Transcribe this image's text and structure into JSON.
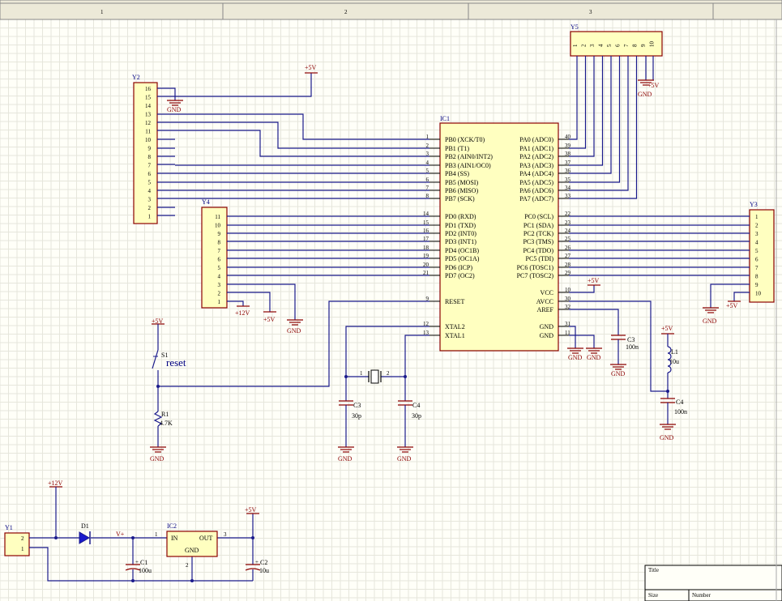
{
  "ruler": {
    "col1": "1",
    "col2": "2",
    "col3": "3"
  },
  "ic1": {
    "ref": "IC1",
    "left_pins": [
      {
        "num": "1",
        "label": "PB0 (XCK/T0)"
      },
      {
        "num": "2",
        "label": "PB1 (T1)"
      },
      {
        "num": "3",
        "label": "PB2 (AIN0/INT2)"
      },
      {
        "num": "4",
        "label": "PB3 (AIN1/OC0)"
      },
      {
        "num": "5",
        "label": "PB4 (SS)"
      },
      {
        "num": "6",
        "label": "PB5 (MOSI)"
      },
      {
        "num": "7",
        "label": "PB6 (MISO)"
      },
      {
        "num": "8",
        "label": "PB7 (SCK)"
      },
      {
        "num": "14",
        "label": "PD0 (RXD)"
      },
      {
        "num": "15",
        "label": "PD1 (TXD)"
      },
      {
        "num": "16",
        "label": "PD2 (INT0)"
      },
      {
        "num": "17",
        "label": "PD3 (INT1)"
      },
      {
        "num": "18",
        "label": "PD4 (OC1B)"
      },
      {
        "num": "19",
        "label": "PD5 (OC1A)"
      },
      {
        "num": "20",
        "label": "PD6 (ICP)"
      },
      {
        "num": "21",
        "label": "PD7 (OC2)"
      },
      {
        "num": "9",
        "label": "RESET"
      },
      {
        "num": "12",
        "label": "XTAL2"
      },
      {
        "num": "13",
        "label": "XTAL1"
      }
    ],
    "right_pins": [
      {
        "num": "40",
        "label": "PA0 (ADC0)"
      },
      {
        "num": "39",
        "label": "PA1 (ADC1)"
      },
      {
        "num": "38",
        "label": "PA2 (ADC2)"
      },
      {
        "num": "37",
        "label": "PA3 (ADC3)"
      },
      {
        "num": "36",
        "label": "PA4 (ADC4)"
      },
      {
        "num": "35",
        "label": "PA5 (ADC5)"
      },
      {
        "num": "34",
        "label": "PA6 (ADC6)"
      },
      {
        "num": "33",
        "label": "PA7 (ADC7)"
      },
      {
        "num": "22",
        "label": "PC0 (SCL)"
      },
      {
        "num": "23",
        "label": "PC1 (SDA)"
      },
      {
        "num": "24",
        "label": "PC2 (TCK)"
      },
      {
        "num": "25",
        "label": "PC3 (TMS)"
      },
      {
        "num": "26",
        "label": "PC4 (TDO)"
      },
      {
        "num": "27",
        "label": "PC5 (TDI)"
      },
      {
        "num": "28",
        "label": "PC6 (TOSC1)"
      },
      {
        "num": "29",
        "label": "PC7 (TOSC2)"
      },
      {
        "num": "10",
        "label": "VCC"
      },
      {
        "num": "30",
        "label": "AVCC"
      },
      {
        "num": "32",
        "label": "AREF"
      },
      {
        "num": "31",
        "label": "GND"
      },
      {
        "num": "11",
        "label": "GND"
      }
    ]
  },
  "y1": {
    "ref": "Y1",
    "pins": [
      "2",
      "1"
    ]
  },
  "y2": {
    "ref": "Y2",
    "pins": [
      "16",
      "15",
      "14",
      "13",
      "12",
      "11",
      "10",
      "9",
      "8",
      "7",
      "6",
      "5",
      "4",
      "3",
      "2",
      "1"
    ]
  },
  "y3": {
    "ref": "Y3",
    "pins": [
      "1",
      "2",
      "3",
      "4",
      "5",
      "6",
      "7",
      "8",
      "9",
      "10"
    ]
  },
  "y4": {
    "ref": "Y4",
    "pins": [
      "11",
      "10",
      "9",
      "8",
      "7",
      "6",
      "5",
      "4",
      "3",
      "2",
      "1"
    ]
  },
  "y5": {
    "ref": "Y5",
    "pins": [
      "1",
      "2",
      "3",
      "4",
      "5",
      "6",
      "7",
      "8",
      "9",
      "10"
    ]
  },
  "power": {
    "p5v": "+5V",
    "p12v": "+12V",
    "gnd": "GND",
    "vplus": "V+"
  },
  "reset": {
    "ref": "S1",
    "label": "reset"
  },
  "r1": {
    "ref": "R1",
    "value": "4.7K"
  },
  "xtal": {
    "pin1": "1",
    "pin2": "2"
  },
  "c3a": {
    "ref": "C3",
    "value": "30p"
  },
  "c4a": {
    "ref": "C4",
    "value": "30p"
  },
  "c3b": {
    "ref": "C3",
    "value": "100n"
  },
  "l1": {
    "ref": "L1",
    "value": "10u"
  },
  "c4b": {
    "ref": "C4",
    "value": "100n"
  },
  "d1": {
    "ref": "D1"
  },
  "ic2": {
    "ref": "IC2",
    "in": "IN",
    "out": "OUT",
    "gnd": "GND",
    "pin1": "1",
    "pin2": "2",
    "pin3": "3"
  },
  "c1": {
    "ref": "C1",
    "value": "100u"
  },
  "c2": {
    "ref": "C2",
    "value": "10u"
  },
  "titleblock": {
    "title": "Title",
    "size": "Size",
    "number": "Number"
  }
}
